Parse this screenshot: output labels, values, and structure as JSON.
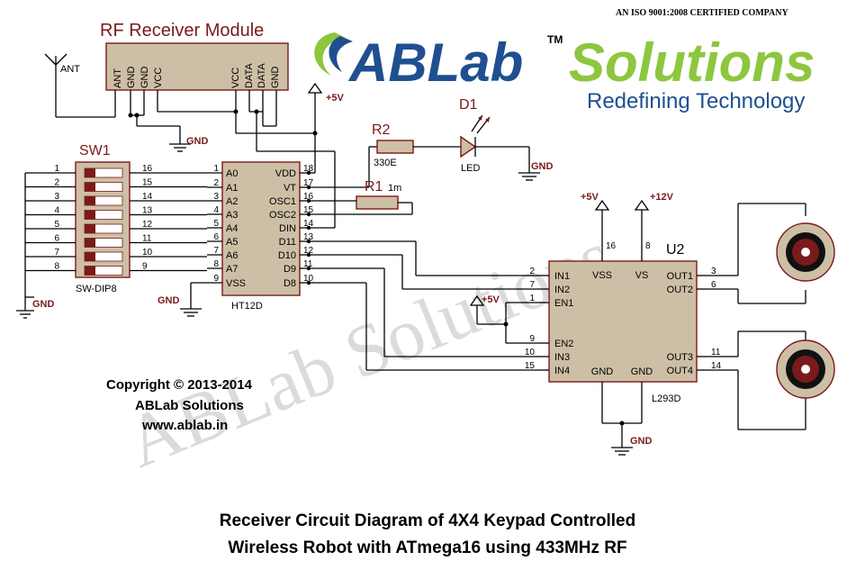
{
  "header": {
    "iso": "AN ISO 9001:2008 CERTIFIED COMPANY",
    "logo_text_a": "ABLab",
    "logo_tm": "TM",
    "logo_text_b": "Solutions",
    "tagline": "Redefining Technology"
  },
  "rf_module": {
    "title": "RF Receiver Module",
    "pins_left": [
      "ANT",
      "GND",
      "GND",
      "VCC"
    ],
    "pins_right": [
      "VCC",
      "DATA",
      "DATA",
      "GND"
    ],
    "antenna_label": "ANT"
  },
  "power": {
    "gnd": "GND",
    "v5": "+5V",
    "v12": "+12V"
  },
  "sw1": {
    "ref": "SW1",
    "part": "SW-DIP8",
    "left_pins": [
      "1",
      "2",
      "3",
      "4",
      "5",
      "6",
      "7",
      "8"
    ],
    "right_pins": [
      "16",
      "15",
      "14",
      "13",
      "12",
      "11",
      "10",
      "9"
    ]
  },
  "ht12d": {
    "part": "HT12D",
    "left_labels": [
      "A0",
      "A1",
      "A2",
      "A3",
      "A4",
      "A5",
      "A6",
      "A7",
      "VSS"
    ],
    "left_nums": [
      "1",
      "2",
      "3",
      "4",
      "5",
      "6",
      "7",
      "8",
      "9"
    ],
    "right_labels": [
      "VDD",
      "VT",
      "OSC1",
      "OSC2",
      "DIN",
      "D11",
      "D10",
      "D9",
      "D8"
    ],
    "right_nums": [
      "18",
      "17",
      "16",
      "15",
      "14",
      "13",
      "12",
      "11",
      "10"
    ]
  },
  "r2": {
    "ref": "R2",
    "value": "330E"
  },
  "r1": {
    "ref": "R1",
    "value": "1m"
  },
  "d1": {
    "ref": "D1",
    "part": "LED"
  },
  "l293d": {
    "ref": "U2",
    "part": "L293D",
    "left_labels": [
      "IN1",
      "IN2",
      "EN1",
      "EN2",
      "IN3",
      "IN4"
    ],
    "left_nums": [
      "2",
      "7",
      "1",
      "9",
      "10",
      "15"
    ],
    "top_labels": [
      "VSS",
      "VS"
    ],
    "top_nums": [
      "16",
      "8"
    ],
    "bottom_labels": [
      "GND",
      "GND"
    ],
    "right_labels": [
      "OUT1",
      "OUT2",
      "OUT3",
      "OUT4"
    ],
    "right_nums": [
      "3",
      "6",
      "11",
      "14"
    ]
  },
  "copyright": {
    "line1": "Copyright © 2013-2014",
    "line2": "ABLab Solutions",
    "line3": "www.ablab.in"
  },
  "watermark": "ABLab Solutions",
  "caption": {
    "line1": "Receiver Circuit Diagram of 4X4 Keypad Controlled",
    "line2": "Wireless Robot with ATmega16 using 433MHz RF"
  },
  "colors": {
    "component_fill": "#cdbfa6",
    "component_stroke": "#7a1a1a",
    "logo_blue": "#1f4f8f",
    "logo_green": "#8dc63f"
  }
}
